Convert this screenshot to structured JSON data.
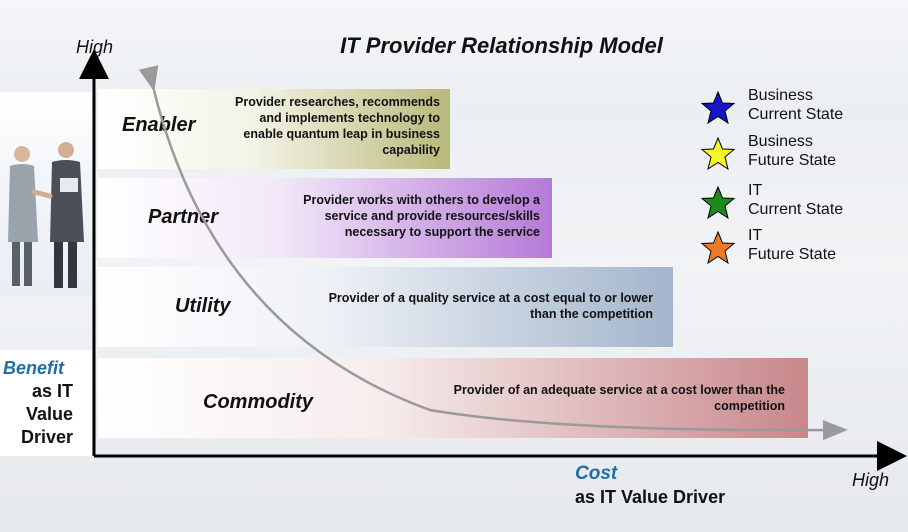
{
  "title": "IT Provider Relationship Model",
  "axis": {
    "y_high": "High",
    "x_high": "High",
    "benefit_title": "Benefit",
    "benefit_lines": [
      "as IT",
      "Value",
      "Driver"
    ],
    "cost_title": "Cost",
    "cost_sub": "as IT Value Driver"
  },
  "bands": [
    {
      "label": "Enabler",
      "text": [
        "Provider researches, recommends",
        "and implements technology to",
        "enable quantum leap in business",
        "capability"
      ],
      "color": "#b8b97a"
    },
    {
      "label": "Partner",
      "text": [
        "Provider works with others to develop a",
        "service and provide resources/skills",
        "necessary to support the service"
      ],
      "color": "#b57ad8"
    },
    {
      "label": "Utility",
      "text": [
        "Provider of a quality service at a cost  equal to or lower",
        "than the competition"
      ],
      "color": "#a3b5cc"
    },
    {
      "label": "Commodity",
      "text": [
        "Provider of an adequate service at a cost  lower than the",
        "competition"
      ],
      "color": "#c8878b"
    }
  ],
  "legend": [
    {
      "lines": [
        "Business",
        "Current State"
      ],
      "icon": "star-icon",
      "color": "#1616c8"
    },
    {
      "lines": [
        "Business",
        "Future State"
      ],
      "icon": "star-icon",
      "color": "#f5f52a"
    },
    {
      "lines": [
        "IT",
        "Current State"
      ],
      "icon": "star-icon",
      "color": "#1c8a1c"
    },
    {
      "lines": [
        "IT",
        "Future State"
      ],
      "icon": "star-icon",
      "color": "#f07a24"
    }
  ]
}
